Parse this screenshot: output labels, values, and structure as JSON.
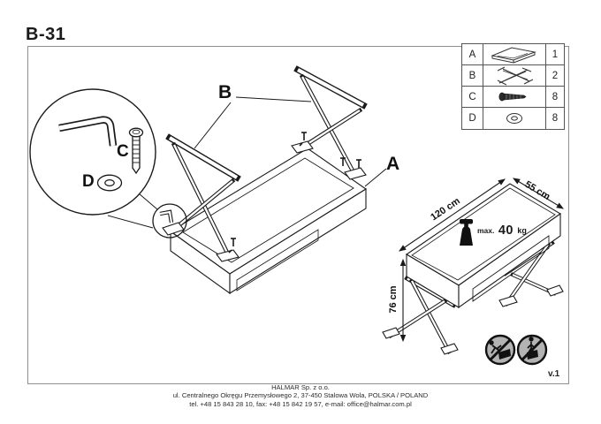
{
  "page": {
    "title": "B-31",
    "version": "v.1"
  },
  "colors": {
    "line": "#1a1a1a",
    "sheet_border": "#8f8f8f",
    "table_border": "#555555",
    "warning_fill": "#b3b3b3"
  },
  "parts_table": {
    "rows": [
      {
        "id": "A",
        "part": "tabletop",
        "icon": "tabletop-icon",
        "qty": "1"
      },
      {
        "id": "B",
        "part": "x-frame-leg",
        "icon": "x-frame-icon",
        "qty": "2"
      },
      {
        "id": "C",
        "part": "screw",
        "icon": "screw-icon",
        "qty": "8"
      },
      {
        "id": "D",
        "part": "washer",
        "icon": "washer-icon",
        "qty": "8"
      }
    ]
  },
  "labels": {
    "part_a": "A",
    "part_b": "B",
    "part_c": "C",
    "part_d": "D"
  },
  "dimensions": {
    "width": "120 cm",
    "depth": "55 cm",
    "height": "76 cm"
  },
  "max_load": {
    "prefix": "max.",
    "value": "40",
    "unit": "kg"
  },
  "warning_icons": [
    {
      "name": "no-climbing"
    },
    {
      "name": "no-standing"
    }
  ],
  "footer": {
    "company": "HALMAR Sp. z o.o.",
    "address": "ul. Centralnego Okręgu Przemysłowego 2, 37-450 Stalowa Wola, POLSKA / POLAND",
    "contact": "tel. +48 15 843 28 10, fax: +48 15 842 19 57, e-mail: office@halmar.com.pl"
  }
}
